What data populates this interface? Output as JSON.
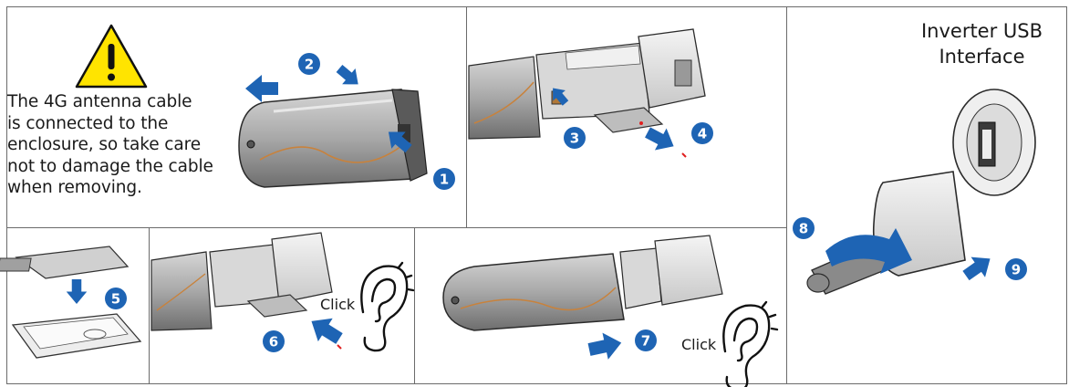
{
  "colors": {
    "accent": "#1e64b4",
    "device_body": "#8e8e8e",
    "outline": "#2b2b2b",
    "warning_yellow": "#ffe400",
    "cable": "#c8823c",
    "alert_red": "#e02020"
  },
  "warning": {
    "icon": "warning-triangle-icon",
    "lines": [
      "The 4G antenna cable",
      "is connected to the",
      "enclosure, so take care",
      "not to damage the cable",
      "when removing."
    ]
  },
  "interface": {
    "title_lines": [
      "Inverter USB",
      "Interface"
    ]
  },
  "click_label": "Click",
  "steps": [
    "1",
    "2",
    "3",
    "4",
    "5",
    "6",
    "7",
    "8",
    "9"
  ]
}
